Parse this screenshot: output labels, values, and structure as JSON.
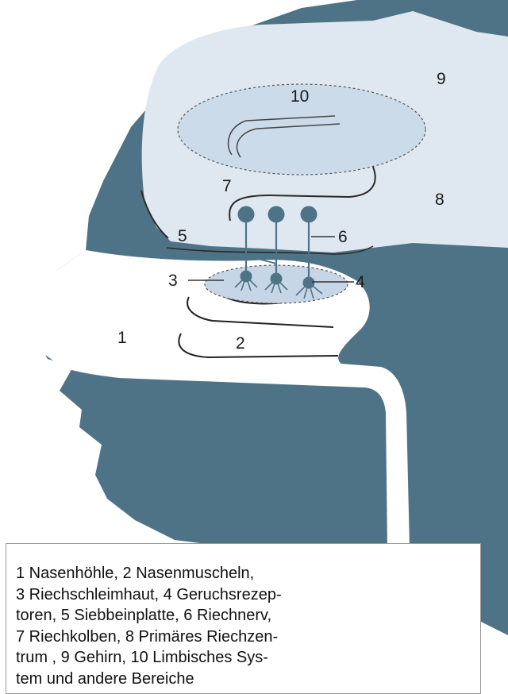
{
  "colors": {
    "head": "#4f7386",
    "brain": "#dfe8f1",
    "limbic": "#ccdbea",
    "line": "#2a2a2a",
    "cavity": "#ffffff"
  },
  "diagram": {
    "labels": {
      "n1": "1",
      "n2": "2",
      "n3": "3",
      "n4": "4",
      "n5": "5",
      "n6": "6",
      "n7": "7",
      "n8": "8",
      "n9": "9",
      "n10": "10"
    }
  },
  "caption": {
    "lines": [
      "1 Nasenhöhle, 2 Nasenmuscheln,",
      "3 Riechschleimhaut, 4 Geruchsrezep-",
      "toren, 5 Siebbeinplatte, 6 Riechnerv,",
      "7 Riechkolben, 8 Primäres Riechzen-",
      "trum , 9 Gehirn, 10 Limbisches Sys-",
      "tem und andere Bereiche"
    ]
  }
}
